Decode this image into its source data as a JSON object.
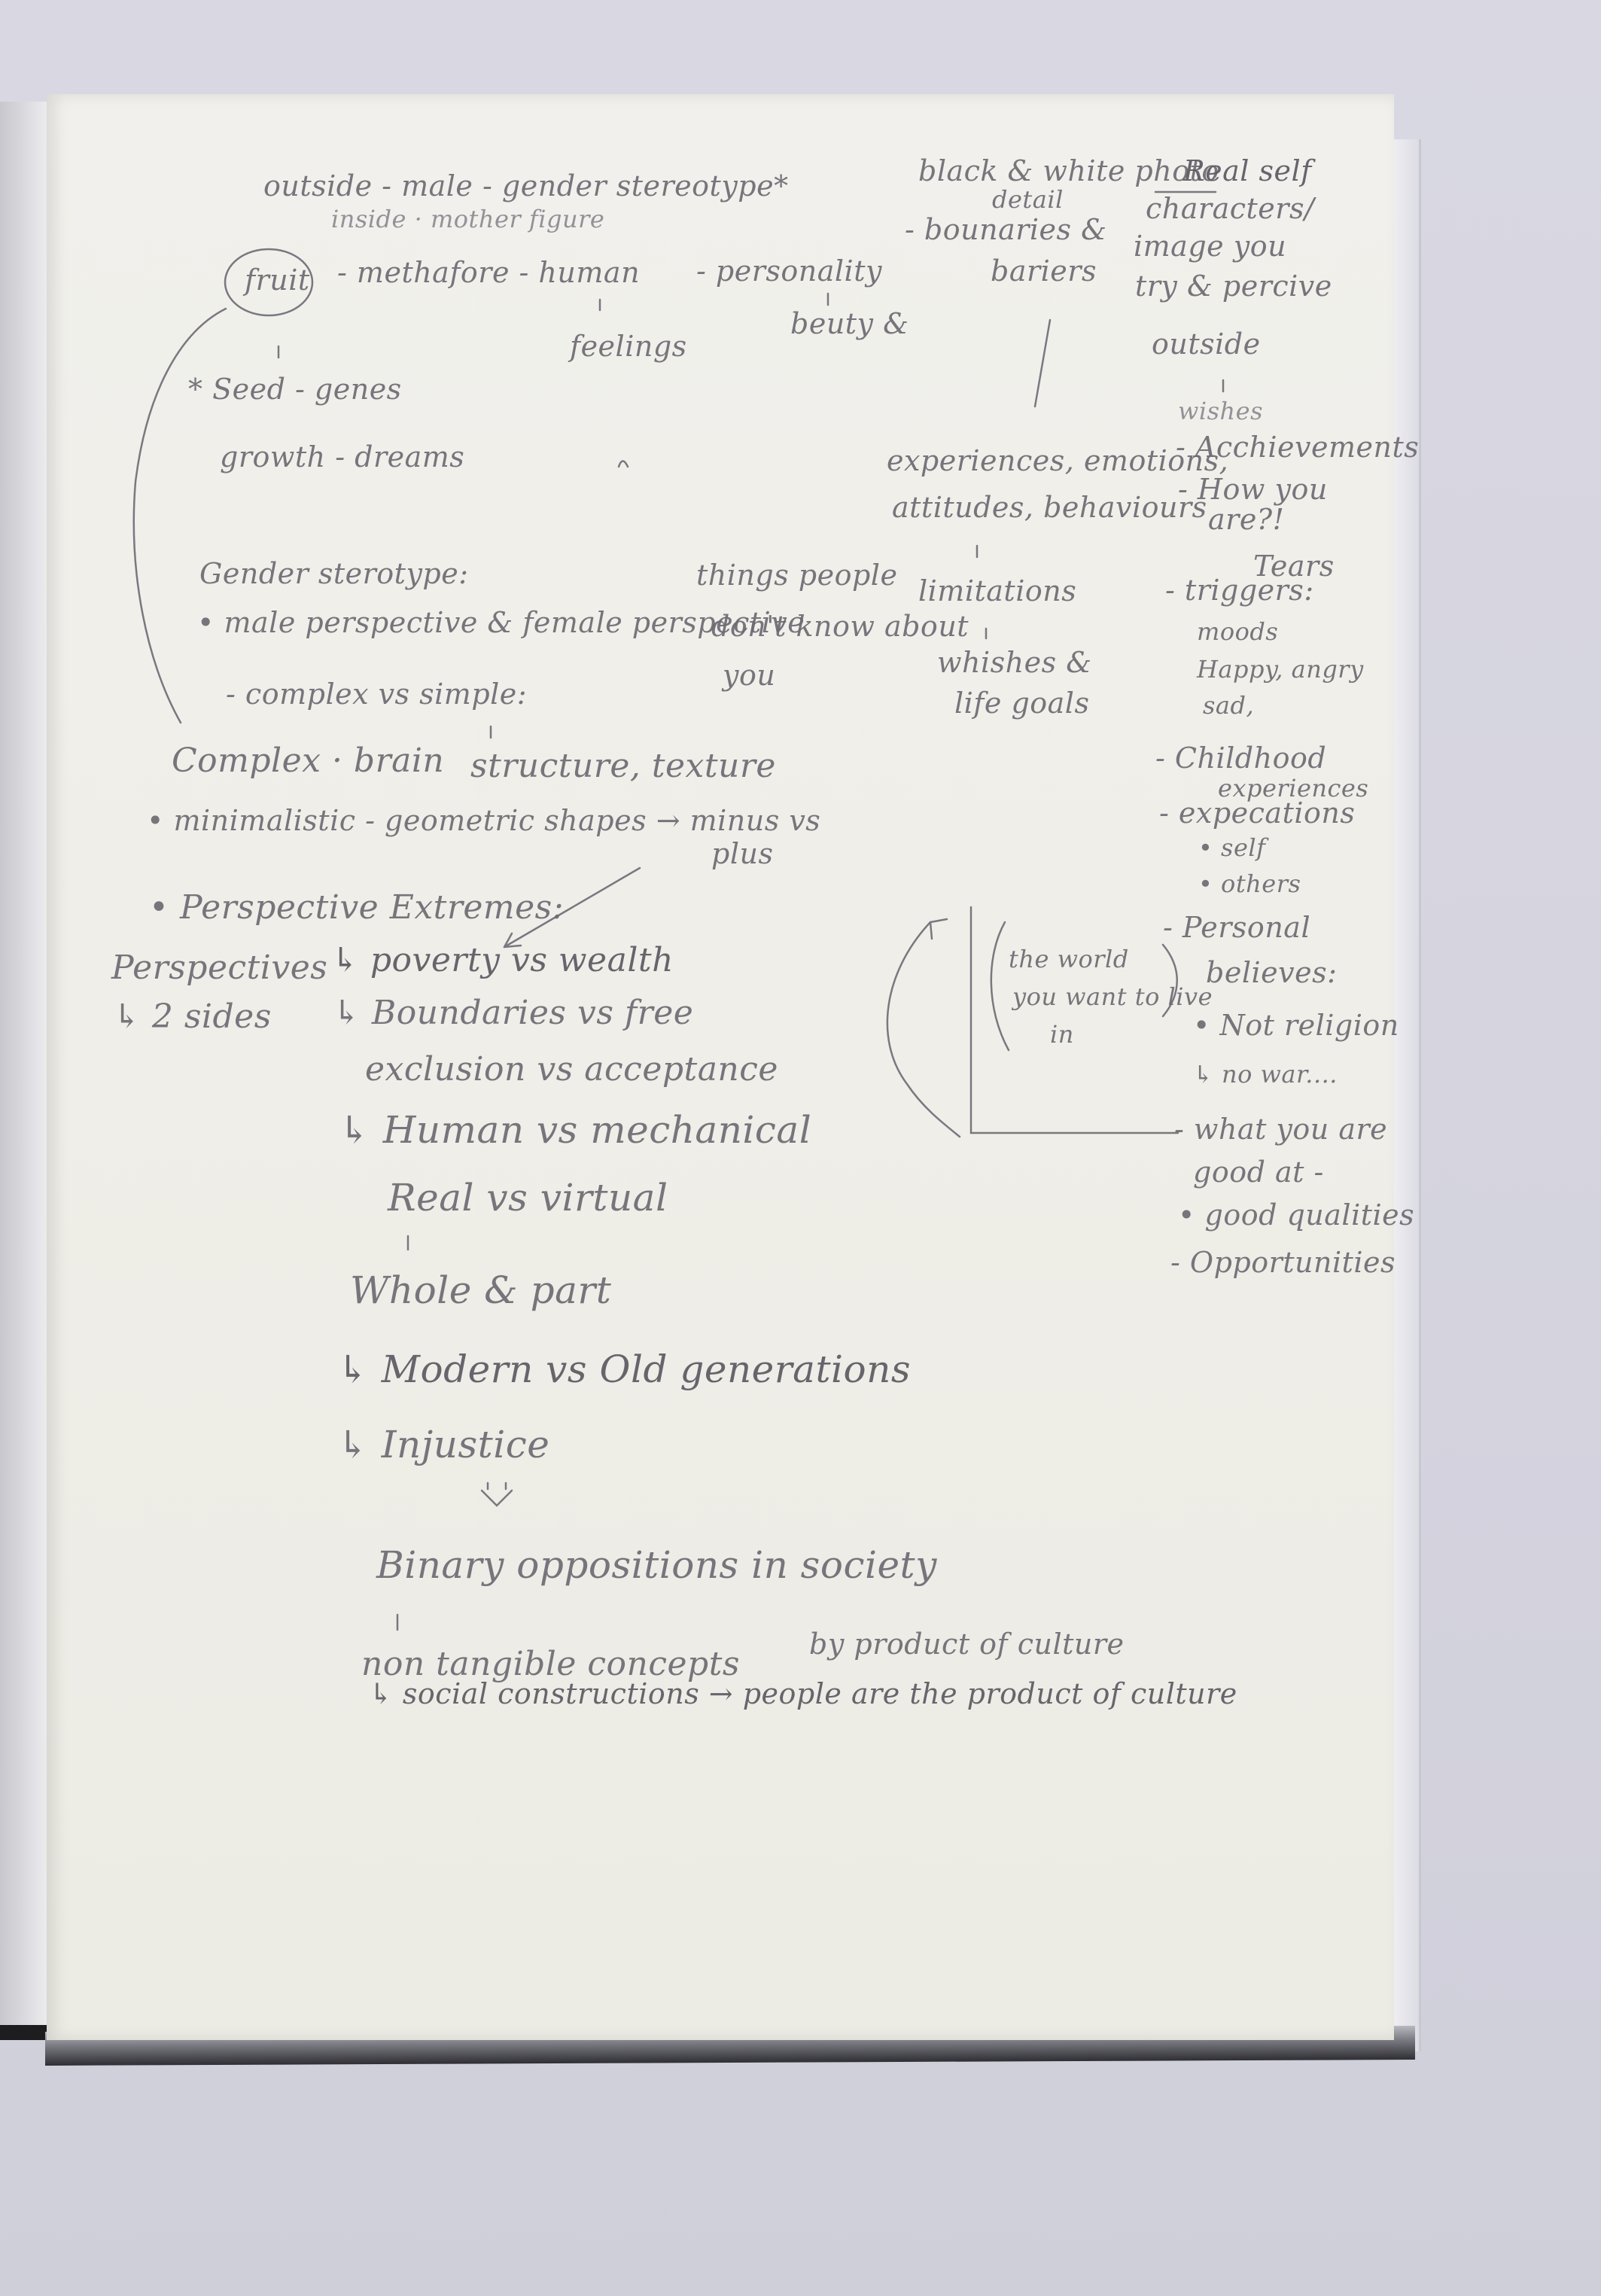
{
  "notes": {
    "outside_male": "outside - male - gender stereotype*",
    "inside_mother": "inside · mother figure",
    "fruit": "fruit",
    "metaphore": "- methafore - human",
    "personality": "- personality",
    "feelings": "feelings",
    "beauty": "beuty &",
    "seed": "* Seed - genes",
    "growth": "growth - dreams",
    "black_white": "black & white photo",
    "detail": "detail",
    "boundaries": "- bounaries &",
    "barriers": "bariers",
    "real_self": "Real self",
    "characters": "characters/",
    "image_you": "image you",
    "try_perceive": "try & percive",
    "outside_col": "outside",
    "wishes": "wishes",
    "achievements": "- Acchievements",
    "how_you_are": "- How you",
    "are": "are?!",
    "experiences": "experiences, emotions,",
    "attitudes": "attitudes, behaviours",
    "tears": "Tears",
    "triggers": "- triggers:",
    "moods": "moods",
    "happy": "Happy, angry",
    "sad": "sad,",
    "gender_stereotype": "Gender sterotype:",
    "male_female": "• male perspective & female perspective",
    "things_people": "things people",
    "dont_know": "don't know about",
    "you": "you",
    "limitations": "limitations",
    "whishes": "whishes &",
    "life_goals": "life goals",
    "complex_simple": "- complex vs simple:",
    "complex_brain": "Complex · brain",
    "structure": "structure, texture",
    "childhood": "- Childhood",
    "experiences_short": "experiences",
    "minimalistic": "• minimalistic - geometric shapes → minus vs",
    "plus": "plus",
    "expectations": "- expecations",
    "self": "• self",
    "others": "• others",
    "perspective_extremes": "• Perspective Extremes:",
    "personal": "- Personal",
    "believes": "believes:",
    "perspectives": "Perspectives",
    "two_sides": "↳ 2 sides",
    "poverty": "↳ poverty vs wealth",
    "the_world": "the world",
    "you_want": "you want to live",
    "in": "in",
    "not_religion": "• Not religion",
    "boundaries_free": "↳ Boundaries vs free",
    "exclusion": "exclusion vs acceptance",
    "no_war": "↳ no war....",
    "human_mech": "↳ Human vs mechanical",
    "what_good": "- what you are",
    "good_at": "good at -",
    "real_virtual": "Real vs virtual",
    "good_qualities": "• good qualities",
    "opportunities": "- Opportunities",
    "whole_part": "Whole & part",
    "modern_old": "↳ Modern vs Old generations",
    "injustice": "↳ Injustice",
    "binary": "Binary oppositions in society",
    "non_tangible": "non tangible concepts",
    "by_product": "by product of culture",
    "social": "↳ social constructions → people are the product of culture"
  }
}
